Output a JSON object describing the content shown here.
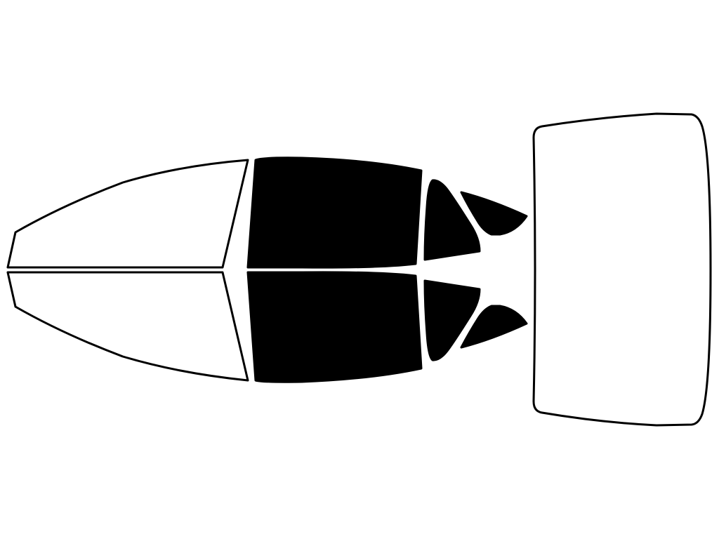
{
  "colors": {
    "background": "#ffffff",
    "outline": "#000000",
    "untinted": "#ffffff",
    "tinted": "#000000"
  },
  "panes": [
    {
      "name": "windshield-upper-half",
      "tinted": false
    },
    {
      "name": "windshield-lower-half",
      "tinted": false
    },
    {
      "name": "front-door-window-upper",
      "tinted": true
    },
    {
      "name": "front-door-window-lower",
      "tinted": true
    },
    {
      "name": "rear-door-window-upper",
      "tinted": true
    },
    {
      "name": "rear-door-window-lower",
      "tinted": true
    },
    {
      "name": "quarter-window-upper",
      "tinted": true
    },
    {
      "name": "quarter-window-lower",
      "tinted": true
    },
    {
      "name": "rear-window",
      "tinted": false
    }
  ]
}
